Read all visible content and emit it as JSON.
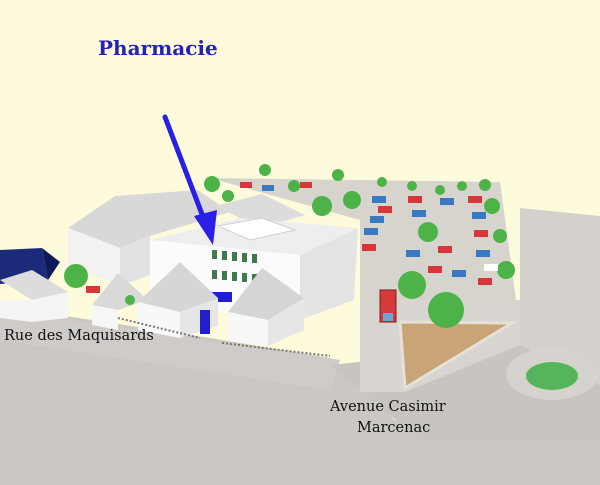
{
  "map": {
    "title": "Pharmacie",
    "streets": {
      "rue": "Rue des Maquisards",
      "avenue_line1": "Avenue Casimir",
      "avenue_line2": "Marcenac"
    },
    "colors": {
      "background": "#fefbdc",
      "title": "#2323b9",
      "arrow": "#2a1fe6",
      "road": "#cbc7c3",
      "building_roof": "#d8d8d8",
      "building_wall": "#f7f7f7",
      "tree": "#4db247",
      "accent_blue_door": "#1f1fd0",
      "car_red": "#d8363a",
      "car_blue": "#3b78c4"
    }
  }
}
